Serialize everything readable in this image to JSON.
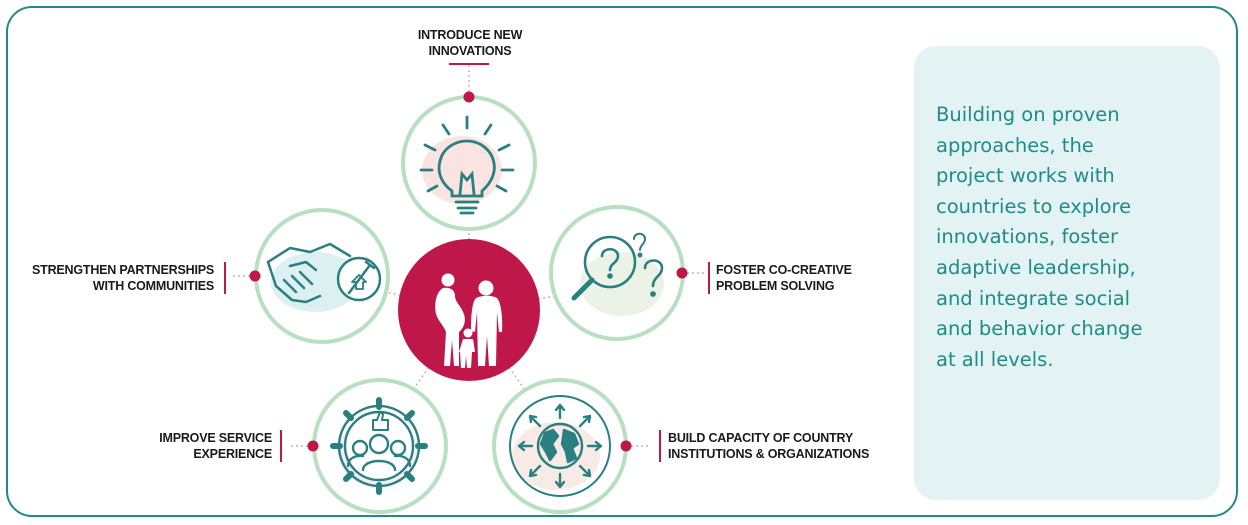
{
  "colors": {
    "frame": "#1f8a86",
    "circle_outline": "#b9dfc1",
    "accent": "#c0174a",
    "icon": "#2a7f80",
    "info_bg": "#e3f2f2",
    "info_text": "#1e8c87"
  },
  "center": {
    "icon": "family-silhouette-icon"
  },
  "nodes": [
    {
      "id": "top",
      "label": "INTRODUCE NEW\nINNOVATIONS",
      "icon": "lightbulb-icon"
    },
    {
      "id": "left",
      "label": "STRENGTHEN PARTNERSHIPS\nWITH COMMUNITIES",
      "icon": "handshake-icon"
    },
    {
      "id": "right",
      "label": "FOSTER CO-CREATIVE\nPROBLEM SOLVING",
      "icon": "magnifier-question-icon"
    },
    {
      "id": "bottom-left",
      "label": "IMPROVE SERVICE\nEXPERIENCE",
      "icon": "gear-people-icon"
    },
    {
      "id": "bottom-right",
      "label": "BUILD CAPACITY OF COUNTRY\nINSTITUTIONS & ORGANIZATIONS",
      "icon": "globe-arrows-icon"
    }
  ],
  "info": {
    "text": "Building on proven\napproaches, the\nproject works with\ncountries to explore\ninnovations, foster\nadaptive leadership,\nand integrate social\nand behavior change\nat all levels."
  }
}
